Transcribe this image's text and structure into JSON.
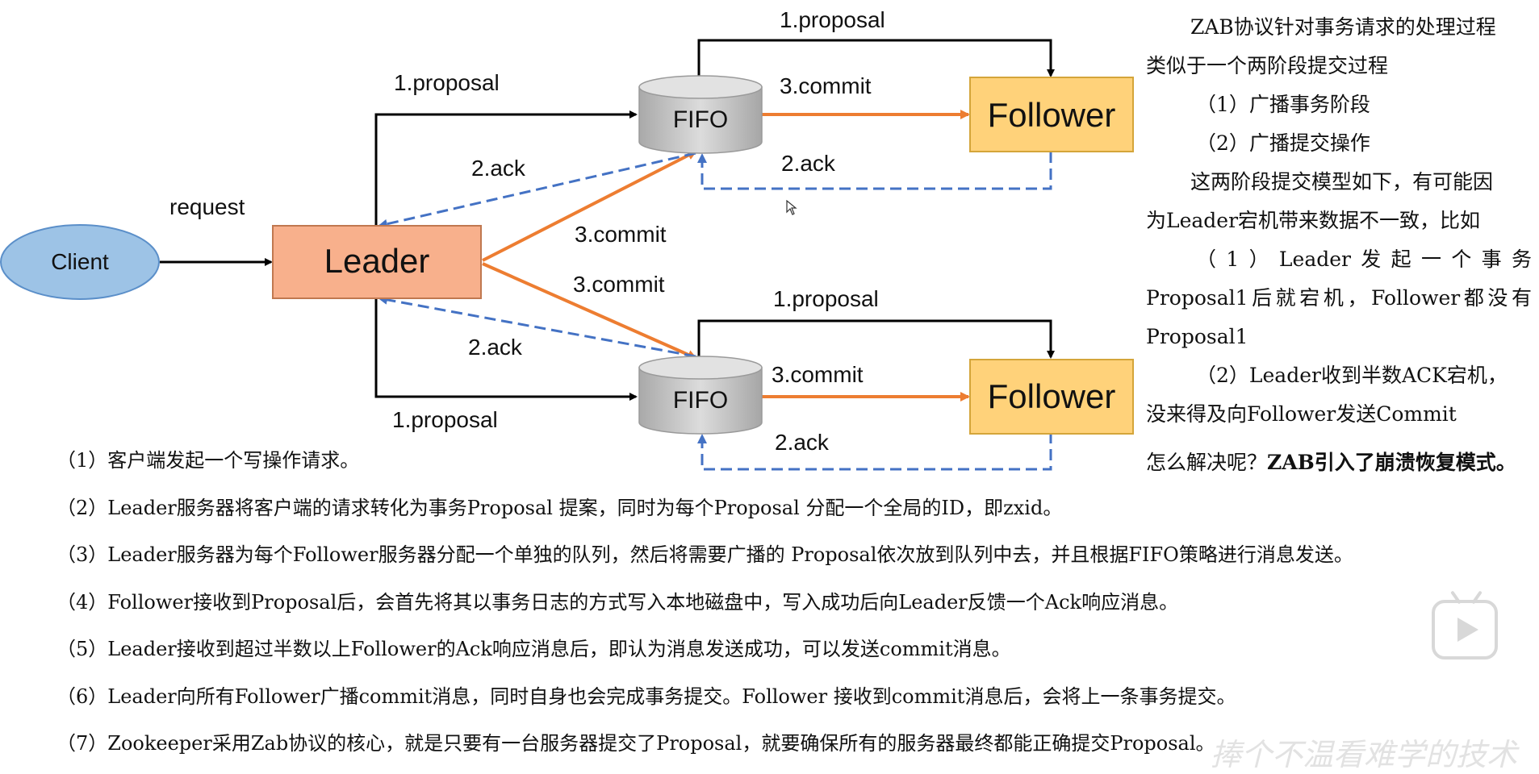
{
  "diagram": {
    "client_label": "Client",
    "request_label": "request",
    "leader_label": "Leader",
    "fifo_top_label": "FIFO",
    "fifo_bottom_label": "FIFO",
    "follower_top_label": "Follower",
    "follower_bottom_label": "Follower",
    "proposal_leader_top": "1.proposal",
    "proposal_fifo_top": "1.proposal",
    "proposal_leader_bottom": "1.proposal",
    "proposal_fifo_bottom": "1.proposal",
    "commit_top": "3.commit",
    "commit_bottom": "3.commit",
    "commit_leader_top": "3.commit",
    "commit_leader_bottom": "3.commit",
    "ack_top_follower": "2.ack",
    "ack_bottom_follower": "2.ack",
    "ack_top_leader": "2.ack",
    "ack_bottom_leader": "2.ack",
    "colors": {
      "client_fill": "#9DC3E6",
      "leader_fill": "#F8B08C",
      "follower_fill": "#FFD27A",
      "fifo_fill": "#C8C8C8",
      "commit_arrow": "#ED7D31",
      "ack_arrow": "#4472C4",
      "proposal_arrow": "#000000"
    }
  },
  "side_text": {
    "line1": "ZAB协议针对事务请求的处理过程",
    "line2": "类似于一个两阶段提交过程",
    "line3": "（1）广播事务阶段",
    "line4": "（2）广播提交操作",
    "line5": "这两阶段提交模型如下，有可能因",
    "line6": "为Leader宕机带来数据不一致，比如",
    "line7": "（1）Leader发起一个事务",
    "line8": "Proposal1后就宕机，Follower都没有",
    "line9": "Proposal1",
    "line10": "（2）Leader收到半数ACK宕机，",
    "line11": "没来得及向Follower发送Commit",
    "question": "怎么解决呢？",
    "answer": "ZAB引入了崩溃恢复模式。"
  },
  "steps": [
    "（1）客户端发起一个写操作请求。",
    "（2）Leader服务器将客户端的请求转化为事务Proposal 提案，同时为每个Proposal 分配一个全局的ID，即zxid。",
    "（3）Leader服务器为每个Follower服务器分配一个单独的队列，然后将需要广播的 Proposal依次放到队列中去，并且根据FIFO策略进行消息发送。",
    "（4）Follower接收到Proposal后，会首先将其以事务日志的方式写入本地磁盘中，写入成功后向Leader反馈一个Ack响应消息。",
    "（5）Leader接收到超过半数以上Follower的Ack响应消息后，即认为消息发送成功，可以发送commit消息。",
    "（6）Leader向所有Follower广播commit消息，同时自身也会完成事务提交。Follower 接收到commit消息后，会将上一条事务提交。",
    "（7）Zookeeper采用Zab协议的核心，就是只要有一台服务器提交了Proposal，就要确保所有的服务器最终都能正确提交Proposal。"
  ],
  "watermark": "捧个不温看难学的技术",
  "icons": {
    "player": "play-button-icon",
    "cursor": "mouse-cursor-icon"
  }
}
